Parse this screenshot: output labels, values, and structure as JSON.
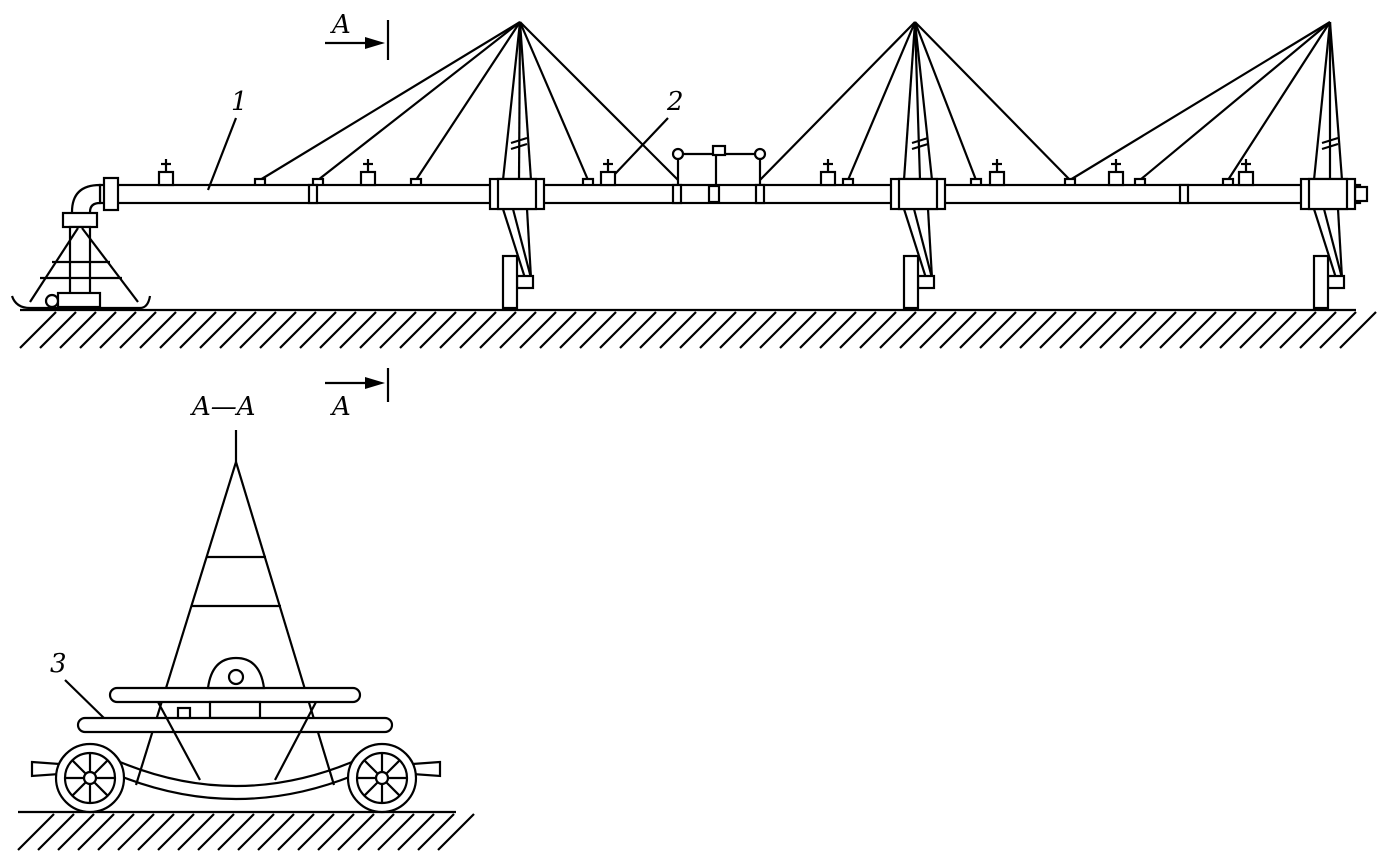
{
  "labels": {
    "section_mark_top": "A",
    "section_mark_bottom": "A",
    "section_title": "A—A",
    "part_1": "1",
    "part_2": "2",
    "part_3": "3"
  }
}
